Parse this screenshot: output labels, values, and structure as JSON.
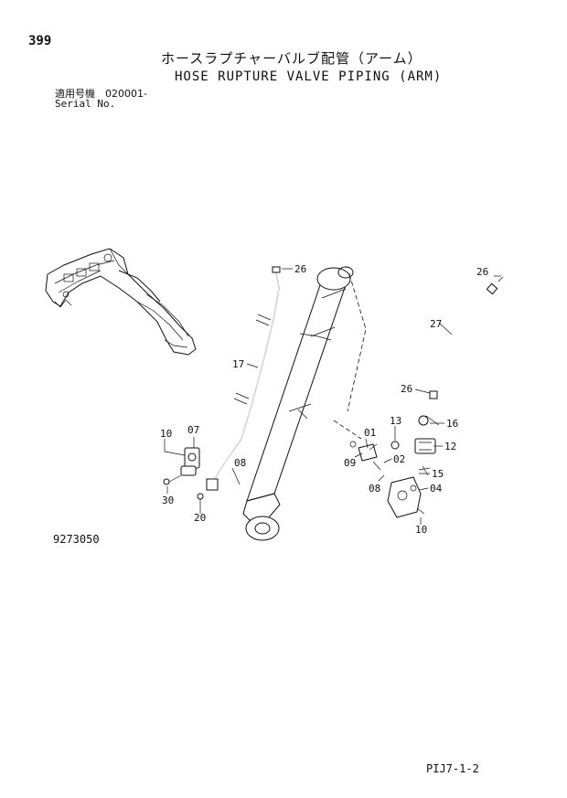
{
  "header": {
    "page_number": "399",
    "title_japanese": "ホースラプチャーバルブ配管（アーム）",
    "title_english": "HOSE RUPTURE VALVE PIPING (ARM)",
    "serial_label_japanese": "適用号機　020001-",
    "serial_label_english": "Serial No."
  },
  "footer": {
    "drawing_number": "9273050",
    "page_code": "PIJ7-1-2"
  },
  "callouts": {
    "c26_top_left": "26",
    "c26_top_right": "26",
    "c27": "27",
    "c26_mid": "26",
    "c17": "17",
    "c10_left": "10",
    "c07": "07",
    "c08_left": "08",
    "c30": "30",
    "c20": "20",
    "c13": "13",
    "c16": "16",
    "c01": "01",
    "c12": "12",
    "c09": "09",
    "c02": "02",
    "c15": "15",
    "c08_right": "08",
    "c04": "04",
    "c10_right": "10"
  }
}
